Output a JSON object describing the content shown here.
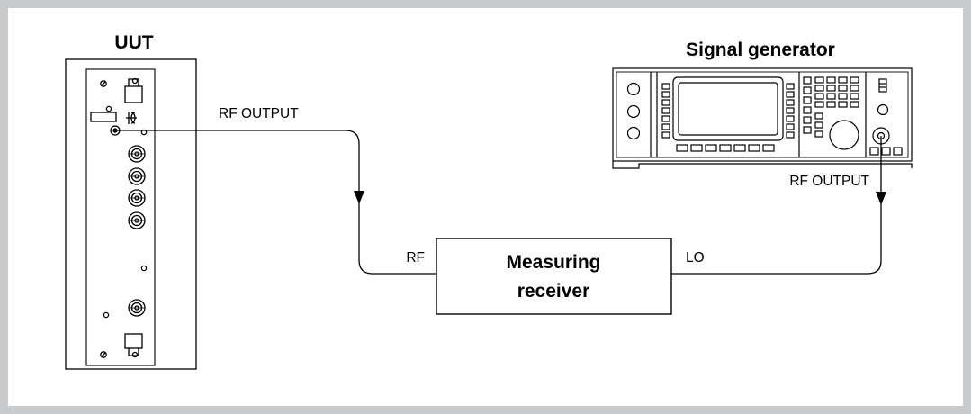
{
  "uut": {
    "title": "UUT"
  },
  "signal_generator": {
    "title": "Signal generator",
    "output_label": "RF OUTPUT"
  },
  "uut_output_label": "RF OUTPUT",
  "receiver": {
    "title_line1": "Measuring",
    "title_line2": "receiver",
    "rf_port_label": "RF",
    "lo_port_label": "LO"
  },
  "icons": {
    "uut_connectors": "bnc-connector-icon",
    "sg_knob": "rotary-knob-icon",
    "arrowheads": "arrowhead-down-icon"
  },
  "colors": {
    "border": "#c8cacc",
    "line": "#000000",
    "background": "#ffffff"
  }
}
